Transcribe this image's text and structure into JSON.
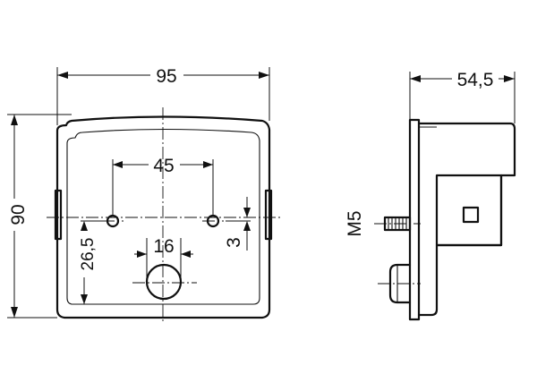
{
  "dimensions": {
    "width_front": "95",
    "height_front": "90",
    "hole_spacing": "45",
    "hole_height": "26,5",
    "lens_diameter": "16",
    "hole_offset": "3",
    "depth_side": "54,5",
    "thread": "M5"
  }
}
